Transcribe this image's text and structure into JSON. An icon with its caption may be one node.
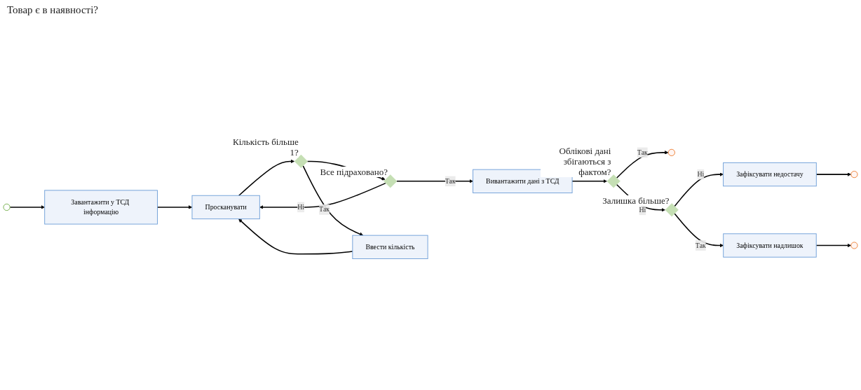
{
  "diagram": {
    "nodes": [
      {
        "text": [],
        "shape": "circle"
      },
      {
        "text": [
          "Завантажити у ТСД інформацію"
        ]
      },
      {
        "text": [
          "Просканувати"
        ]
      },
      {
        "text": [],
        "shape": "diamond",
        "beside": [
          "Кількість більше 1?"
        ]
      },
      {
        "text": [],
        "shape": "diamond",
        "beside": [
          "Все підраховано?"
        ]
      },
      {
        "text": [
          "Вивантажити дані з ТСД"
        ]
      },
      {
        "text": [],
        "shape": "diamond",
        "beside": [
          "Облікові дані збігаються з фактом?"
        ]
      },
      {
        "text": [],
        "shape": "circle"
      },
      {
        "text": [
          "Ввести кількість"
        ]
      },
      {
        "text": [],
        "shape": "diamond",
        "beside": [
          "Залишка більше?"
        ]
      },
      {
        "text": [
          "Зафіксувати недостачу"
        ]
      },
      {
        "text": [
          "Зафіксувати надлишок"
        ]
      },
      {
        "text": [],
        "shape": "circle"
      },
      {
        "text": [],
        "shape": "circle"
      }
    ],
    "edges": [
      {
        "from": 0,
        "to": 1,
        "arrow": "to"
      },
      {
        "from": 1,
        "to": 2,
        "arrow": "to"
      },
      {
        "from": 2,
        "to": 3,
        "arrow": "to"
      },
      {
        "from": 3,
        "to": 4,
        "arrow": "to"
      },
      {
        "from": 3,
        "to": 8,
        "label": "Так",
        "arrow": "to"
      },
      {
        "from": 8,
        "to": 2,
        "arrow": "to"
      },
      {
        "from": 4,
        "to": 2,
        "label": "Ні",
        "arrow": "to"
      },
      {
        "from": 4,
        "to": 5,
        "label": "Так",
        "arrow": "to"
      },
      {
        "from": 5,
        "to": 6,
        "arrow": "to"
      },
      {
        "from": 6,
        "to": 7,
        "label": "Так",
        "arrow": "to"
      },
      {
        "from": 6,
        "to": 9,
        "label": "Ні",
        "arrow": "to"
      },
      {
        "from": 9,
        "to": 10,
        "label": "Ні",
        "arrow": "to"
      },
      {
        "from": 9,
        "to": 11,
        "label": "Так",
        "arrow": "to"
      },
      {
        "from": 10,
        "to": 12,
        "arrow": "to"
      },
      {
        "from": 11,
        "to": 13,
        "arrow": "to"
      }
    ],
    "labels": [
      "Товар є в наявності?"
    ]
  }
}
